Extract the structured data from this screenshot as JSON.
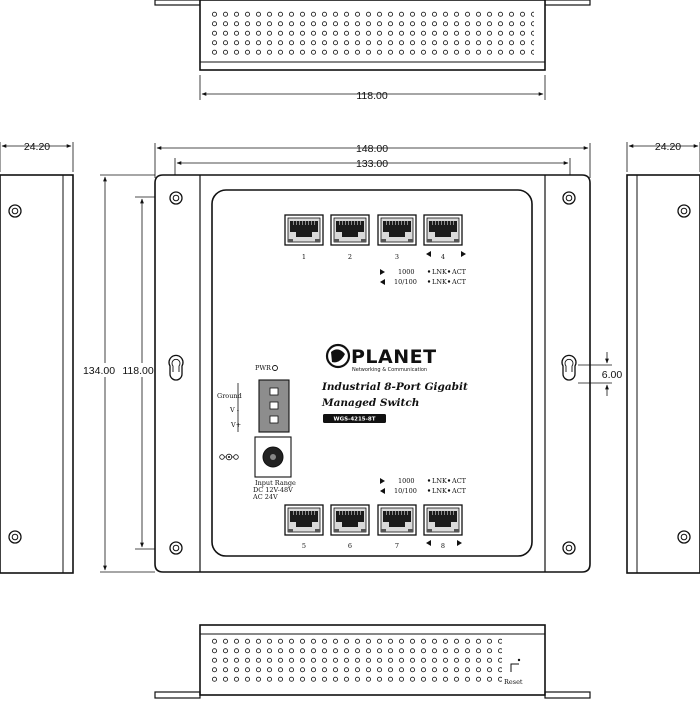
{
  "dimensions": {
    "top_width": "118.00",
    "overall_width": "148.00",
    "inner_width": "133.00",
    "side_left_depth": "24.20",
    "side_right_depth": "24.20",
    "overall_height": "134.00",
    "inner_height": "118.00",
    "slot_width": "6.00"
  },
  "ports_top": [
    "1",
    "2",
    "3",
    "4"
  ],
  "ports_bottom": [
    "5",
    "6",
    "7",
    "8"
  ],
  "legend": {
    "speed_1000": "1000",
    "speed_10_100": "10/100",
    "lnk": "LNK",
    "act": "ACT"
  },
  "brand": {
    "name": "PLANET",
    "tagline": "Networking & Communication"
  },
  "product": {
    "title_line1": "Industrial 8-Port Gigabit",
    "title_line2": "Managed Switch",
    "model": "WGS-4215-8T"
  },
  "power": {
    "pwr": "PWR",
    "ground": "Ground",
    "v_minus": "V -",
    "v_plus": "V+",
    "input_line1": "Input Range",
    "input_line2": "DC 12V-48V",
    "input_line3": "AC 24V"
  },
  "reset_label": "Reset"
}
